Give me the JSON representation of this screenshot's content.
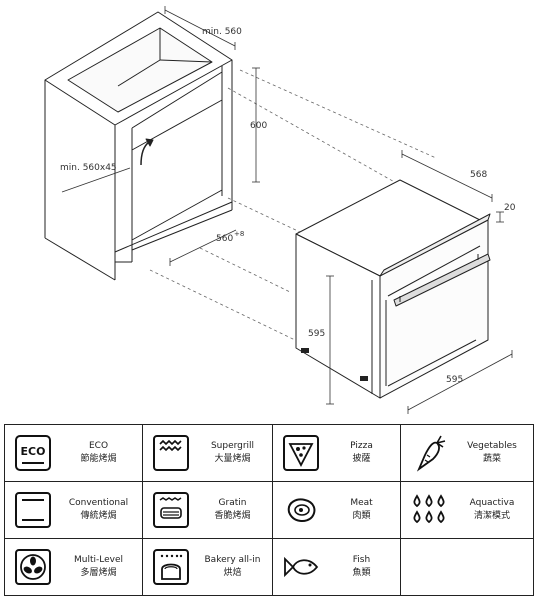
{
  "dimensions": {
    "cabinet_width": "min. 560",
    "cabinet_height": "600",
    "vent_opening": "min. 560x45",
    "cabinet_depth": "560",
    "cabinet_depth_tolerance": "+8",
    "oven_depth": "568",
    "oven_front_thickness": "20",
    "oven_height": "595",
    "oven_width": "595"
  },
  "functions": [
    [
      {
        "icon": "eco-icon",
        "name": "ECO",
        "name_zh": "節能烤焗"
      },
      {
        "icon": "supergrill-icon",
        "name": "Supergrill",
        "name_zh": "大量烤焗"
      },
      {
        "icon": "pizza-icon",
        "name": "Pizza",
        "name_zh": "披薩"
      },
      {
        "icon": "vegetables-icon",
        "name": "Vegetables",
        "name_zh": "蔬菜"
      }
    ],
    [
      {
        "icon": "conventional-icon",
        "name": "Conventional",
        "name_zh": "傳統烤焗"
      },
      {
        "icon": "gratin-icon",
        "name": "Gratin",
        "name_zh": "香脆烤焗"
      },
      {
        "icon": "meat-icon",
        "name": "Meat",
        "name_zh": "肉類"
      },
      {
        "icon": "aquactiva-icon",
        "name": "Aquactiva",
        "name_zh": "清潔模式"
      }
    ],
    [
      {
        "icon": "multi-level-icon",
        "name": "Multi-Level",
        "name_zh": "多層烤焗"
      },
      {
        "icon": "bakery-icon",
        "name": "Bakery all-in",
        "name_zh": "烘焙"
      },
      {
        "icon": "fish-icon",
        "name": "Fish",
        "name_zh": "魚類"
      },
      {
        "icon": "",
        "name": "",
        "name_zh": ""
      }
    ]
  ]
}
